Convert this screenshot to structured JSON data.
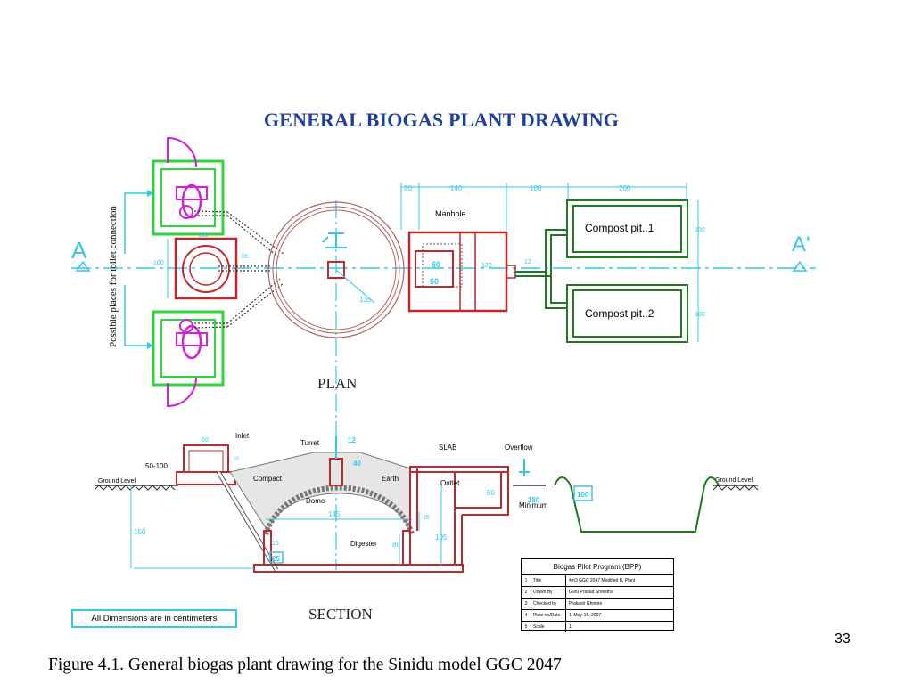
{
  "title": "GENERAL BIOGAS PLANT DRAWING",
  "plan_label": "PLAN",
  "section_label": "SECTION",
  "side_label": "Possible places for toilet connection",
  "section_marks": {
    "left": "A",
    "right": "A'"
  },
  "note": "All Dimensions are in centimeters",
  "caption": "Figure 4.1. General biogas plant drawing for the Sinidu model GGC 2047",
  "page_number": "33",
  "plan": {
    "manhole": "Manhole",
    "compost1": "Compost pit..1",
    "compost2": "Compost pit..2",
    "dims": {
      "d20": "20",
      "d140": "140",
      "d100a": "100",
      "d200": "200",
      "d100b": "100",
      "d100c": "100",
      "d100d": "100",
      "d100e": "100",
      "d120": "120",
      "d12": "12",
      "d39": "39",
      "d135": "135",
      "d60": "60",
      "d60b": "60"
    }
  },
  "section": {
    "inlet": "Inlet",
    "turret": "Turret",
    "slab": "SLAB",
    "overflow": "Overflow",
    "compact": "Compact",
    "earth": "Earth",
    "dome": "Dome",
    "outlet": "Outlet",
    "digester": "Digester",
    "minimum": "Minimum",
    "ground_left": "Ground Level",
    "ground_right": "Ground Level",
    "dims": {
      "d60": "60",
      "d50_100": "50-100",
      "d12": "12",
      "d40": "40",
      "d145": "145",
      "d150": "150",
      "d25": "25",
      "d15": "15",
      "d105": "105",
      "d80": "80",
      "d50": "50",
      "d15b": "15",
      "d180": "180",
      "d100": "100",
      "d10": "10"
    }
  },
  "title_block": {
    "heading": "Biogas Pilot Program (BPP)",
    "rows": [
      {
        "no": "1",
        "key": "Title",
        "value": "4m3 GGC 2047 Modified B. Plant"
      },
      {
        "no": "2",
        "key": "Drawn By",
        "value": "Guru Prasad Shrestha"
      },
      {
        "no": "3",
        "key": "Checked by",
        "value": "Prakash Ghimire"
      },
      {
        "no": "4",
        "key": "Plate no/Date",
        "value": "1/ May-15, 2007"
      },
      {
        "no": "5",
        "key": "Scale",
        "value": "1:"
      }
    ]
  },
  "colors": {
    "title": "#1f3f9a",
    "wall": "#c0282c",
    "toilet": "#2fd63a",
    "pan": "#d31fd6",
    "compost": "#1f7a1f",
    "dimension": "#35c7e8",
    "dome_circle": "#b06060"
  }
}
